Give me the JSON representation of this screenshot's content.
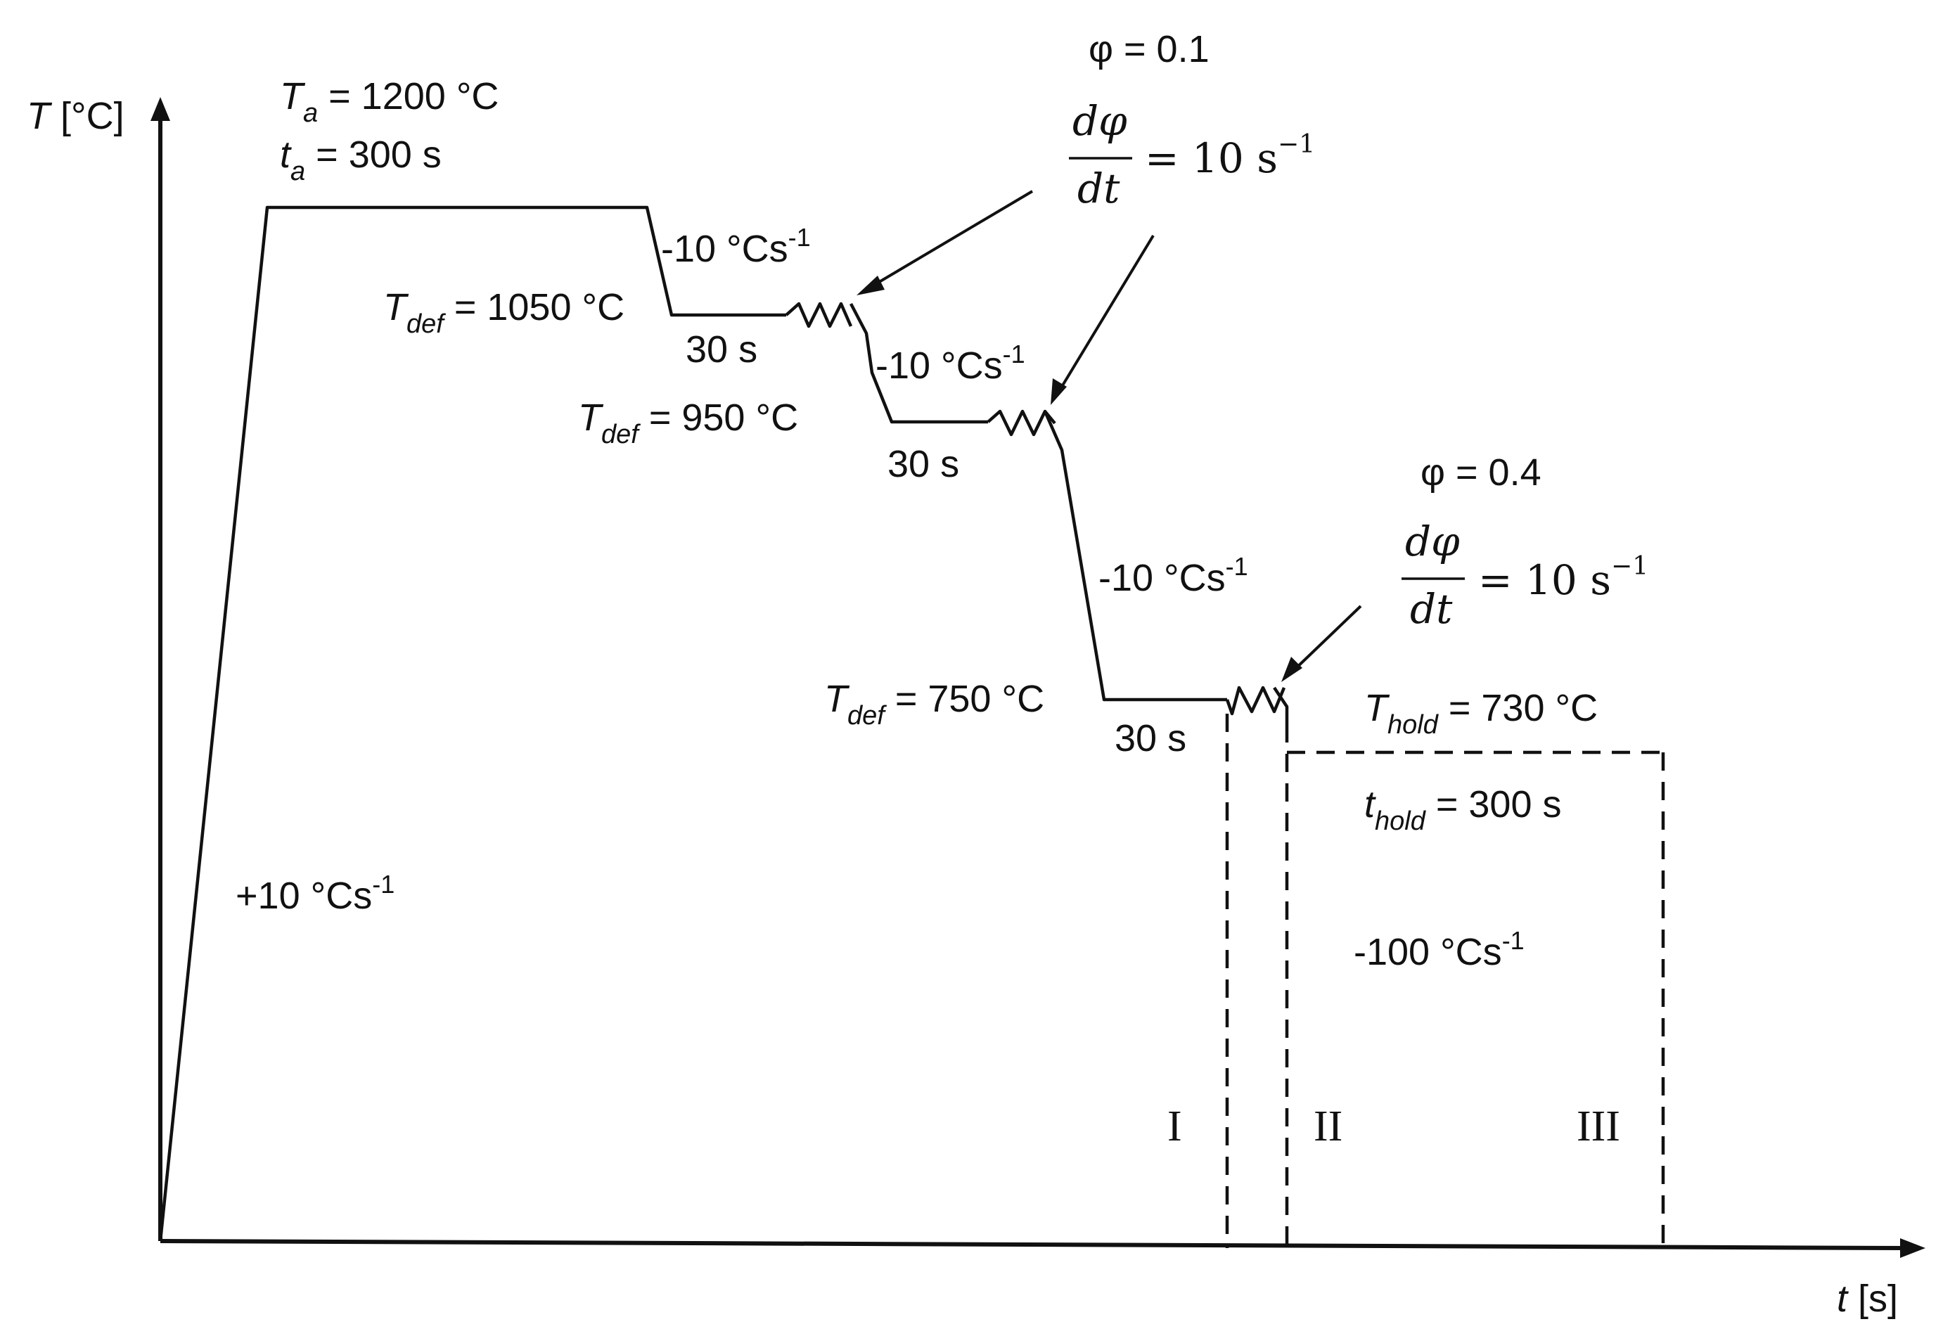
{
  "axes": {
    "y_label": {
      "var": "T",
      "unit": " [°C]"
    },
    "x_label": {
      "var": "t",
      "unit": " [s]"
    }
  },
  "annealing": {
    "temp": {
      "sym": "T",
      "sub": "a",
      "val": " = 1200 °C"
    },
    "time": {
      "sym": "t",
      "sub": "a",
      "val": " = 300 s"
    }
  },
  "heating_rate": {
    "text": "+10 °Cs",
    "sup": "-1"
  },
  "cooling_rates": [
    {
      "text": "-10 °Cs",
      "sup": "-1"
    },
    {
      "text": "-10 °Cs",
      "sup": "-1"
    },
    {
      "text": "-10 °Cs",
      "sup": "-1"
    }
  ],
  "deformation_steps": [
    {
      "sym": "T",
      "sub": "def",
      "val": " = 1050 °C",
      "hold": "30 s"
    },
    {
      "sym": "T",
      "sub": "def",
      "val": " = 950 °C",
      "hold": "30 s"
    },
    {
      "sym": "T",
      "sub": "def",
      "val": " = 750 °C",
      "hold": "30 s"
    }
  ],
  "strain_annotations": [
    {
      "strain": "φ = 0.1",
      "num": "dφ",
      "den": "dt",
      "rate": "= 10 s",
      "rate_sup": "−1"
    },
    {
      "strain": "φ = 0.4",
      "num": "dφ",
      "den": "dt",
      "rate": "= 10 s",
      "rate_sup": "−1"
    }
  ],
  "holding": {
    "temp": {
      "sym": "T",
      "sub": "hold",
      "val": " = 730 °C"
    },
    "time": {
      "sym": "t",
      "sub": "hold",
      "val": " = 300 s"
    }
  },
  "quench_rate": {
    "text": "-100 °Cs",
    "sup": "-1"
  },
  "regimes": [
    "I",
    "II",
    "III"
  ]
}
